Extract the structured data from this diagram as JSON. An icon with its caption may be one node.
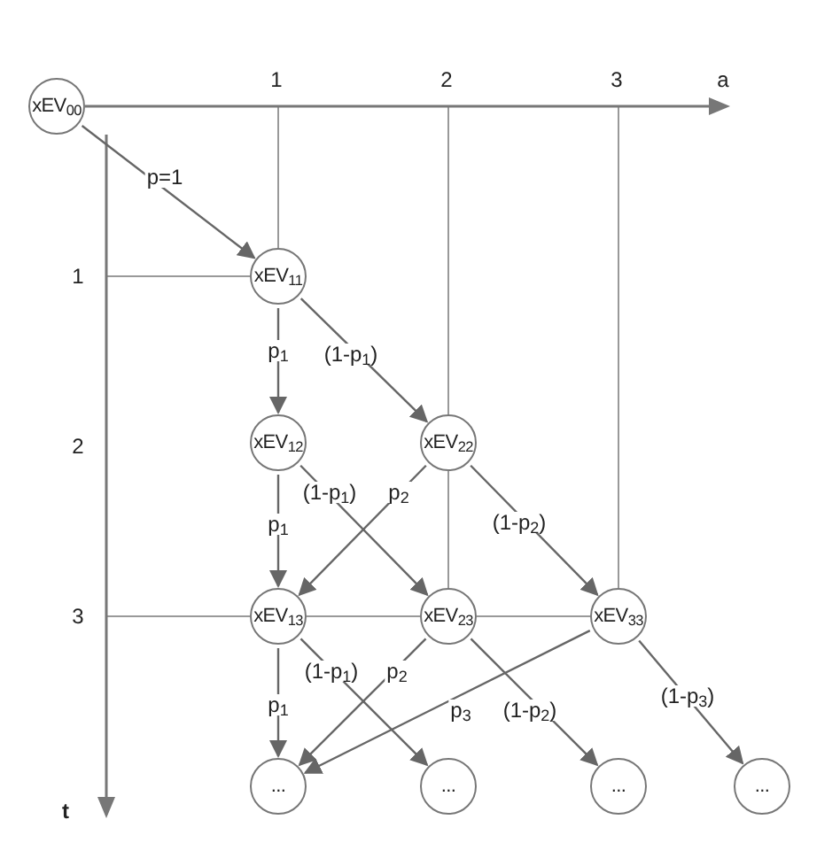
{
  "diagram": {
    "nodes": [
      {
        "text": [
          "xEV$_{00}$"
        ]
      },
      {
        "text": [
          "xEV$_{11}$"
        ]
      },
      {
        "text": [
          "xEV$_{12}$"
        ]
      },
      {
        "text": [
          "xEV$_{22}$"
        ]
      },
      {
        "text": [
          "xEV$_{13}$"
        ]
      },
      {
        "text": [
          "xEV$_{23}$"
        ]
      },
      {
        "text": [
          "xEV$_{33}$"
        ]
      },
      {
        "text": [
          "..."
        ]
      },
      {
        "text": [
          "..."
        ]
      },
      {
        "text": [
          "..."
        ]
      },
      {
        "text": [
          "..."
        ]
      }
    ],
    "edges": [
      {
        "from": 0,
        "to": 1,
        "arrow": "to",
        "label": "p=1"
      },
      {
        "from": 1,
        "to": 2,
        "arrow": "to",
        "label": "p$_{1}$"
      },
      {
        "from": 1,
        "to": 3,
        "arrow": "to",
        "label": "(1-p$_{1}$)"
      },
      {
        "from": 2,
        "to": 4,
        "arrow": "to",
        "label": "p$_{1}$"
      },
      {
        "from": 2,
        "to": 5,
        "arrow": "to",
        "label": "(1-p$_{1}$)"
      },
      {
        "from": 3,
        "to": 4,
        "arrow": "to",
        "label": "p$_{2}$"
      },
      {
        "from": 3,
        "to": 6,
        "arrow": "to",
        "label": "(1-p$_{2}$)"
      },
      {
        "from": 4,
        "to": 7,
        "arrow": "to",
        "label": "p$_{1}$"
      },
      {
        "from": 4,
        "to": 8,
        "arrow": "to",
        "label": "(1-p$_{1}$)"
      },
      {
        "from": 5,
        "to": 7,
        "arrow": "to",
        "label": "p$_{2}$"
      },
      {
        "from": 5,
        "to": 9,
        "arrow": "to",
        "label": "(1-p$_{2}$)"
      },
      {
        "from": 6,
        "to": 7,
        "arrow": "to",
        "label": "p$_{3}$"
      },
      {
        "from": 6,
        "to": 10,
        "arrow": "to",
        "label": "(1-p$_{3}$)"
      }
    ],
    "labels": [
      "1",
      "2",
      "3",
      "a",
      "1",
      "2",
      "3",
      "t"
    ]
  }
}
